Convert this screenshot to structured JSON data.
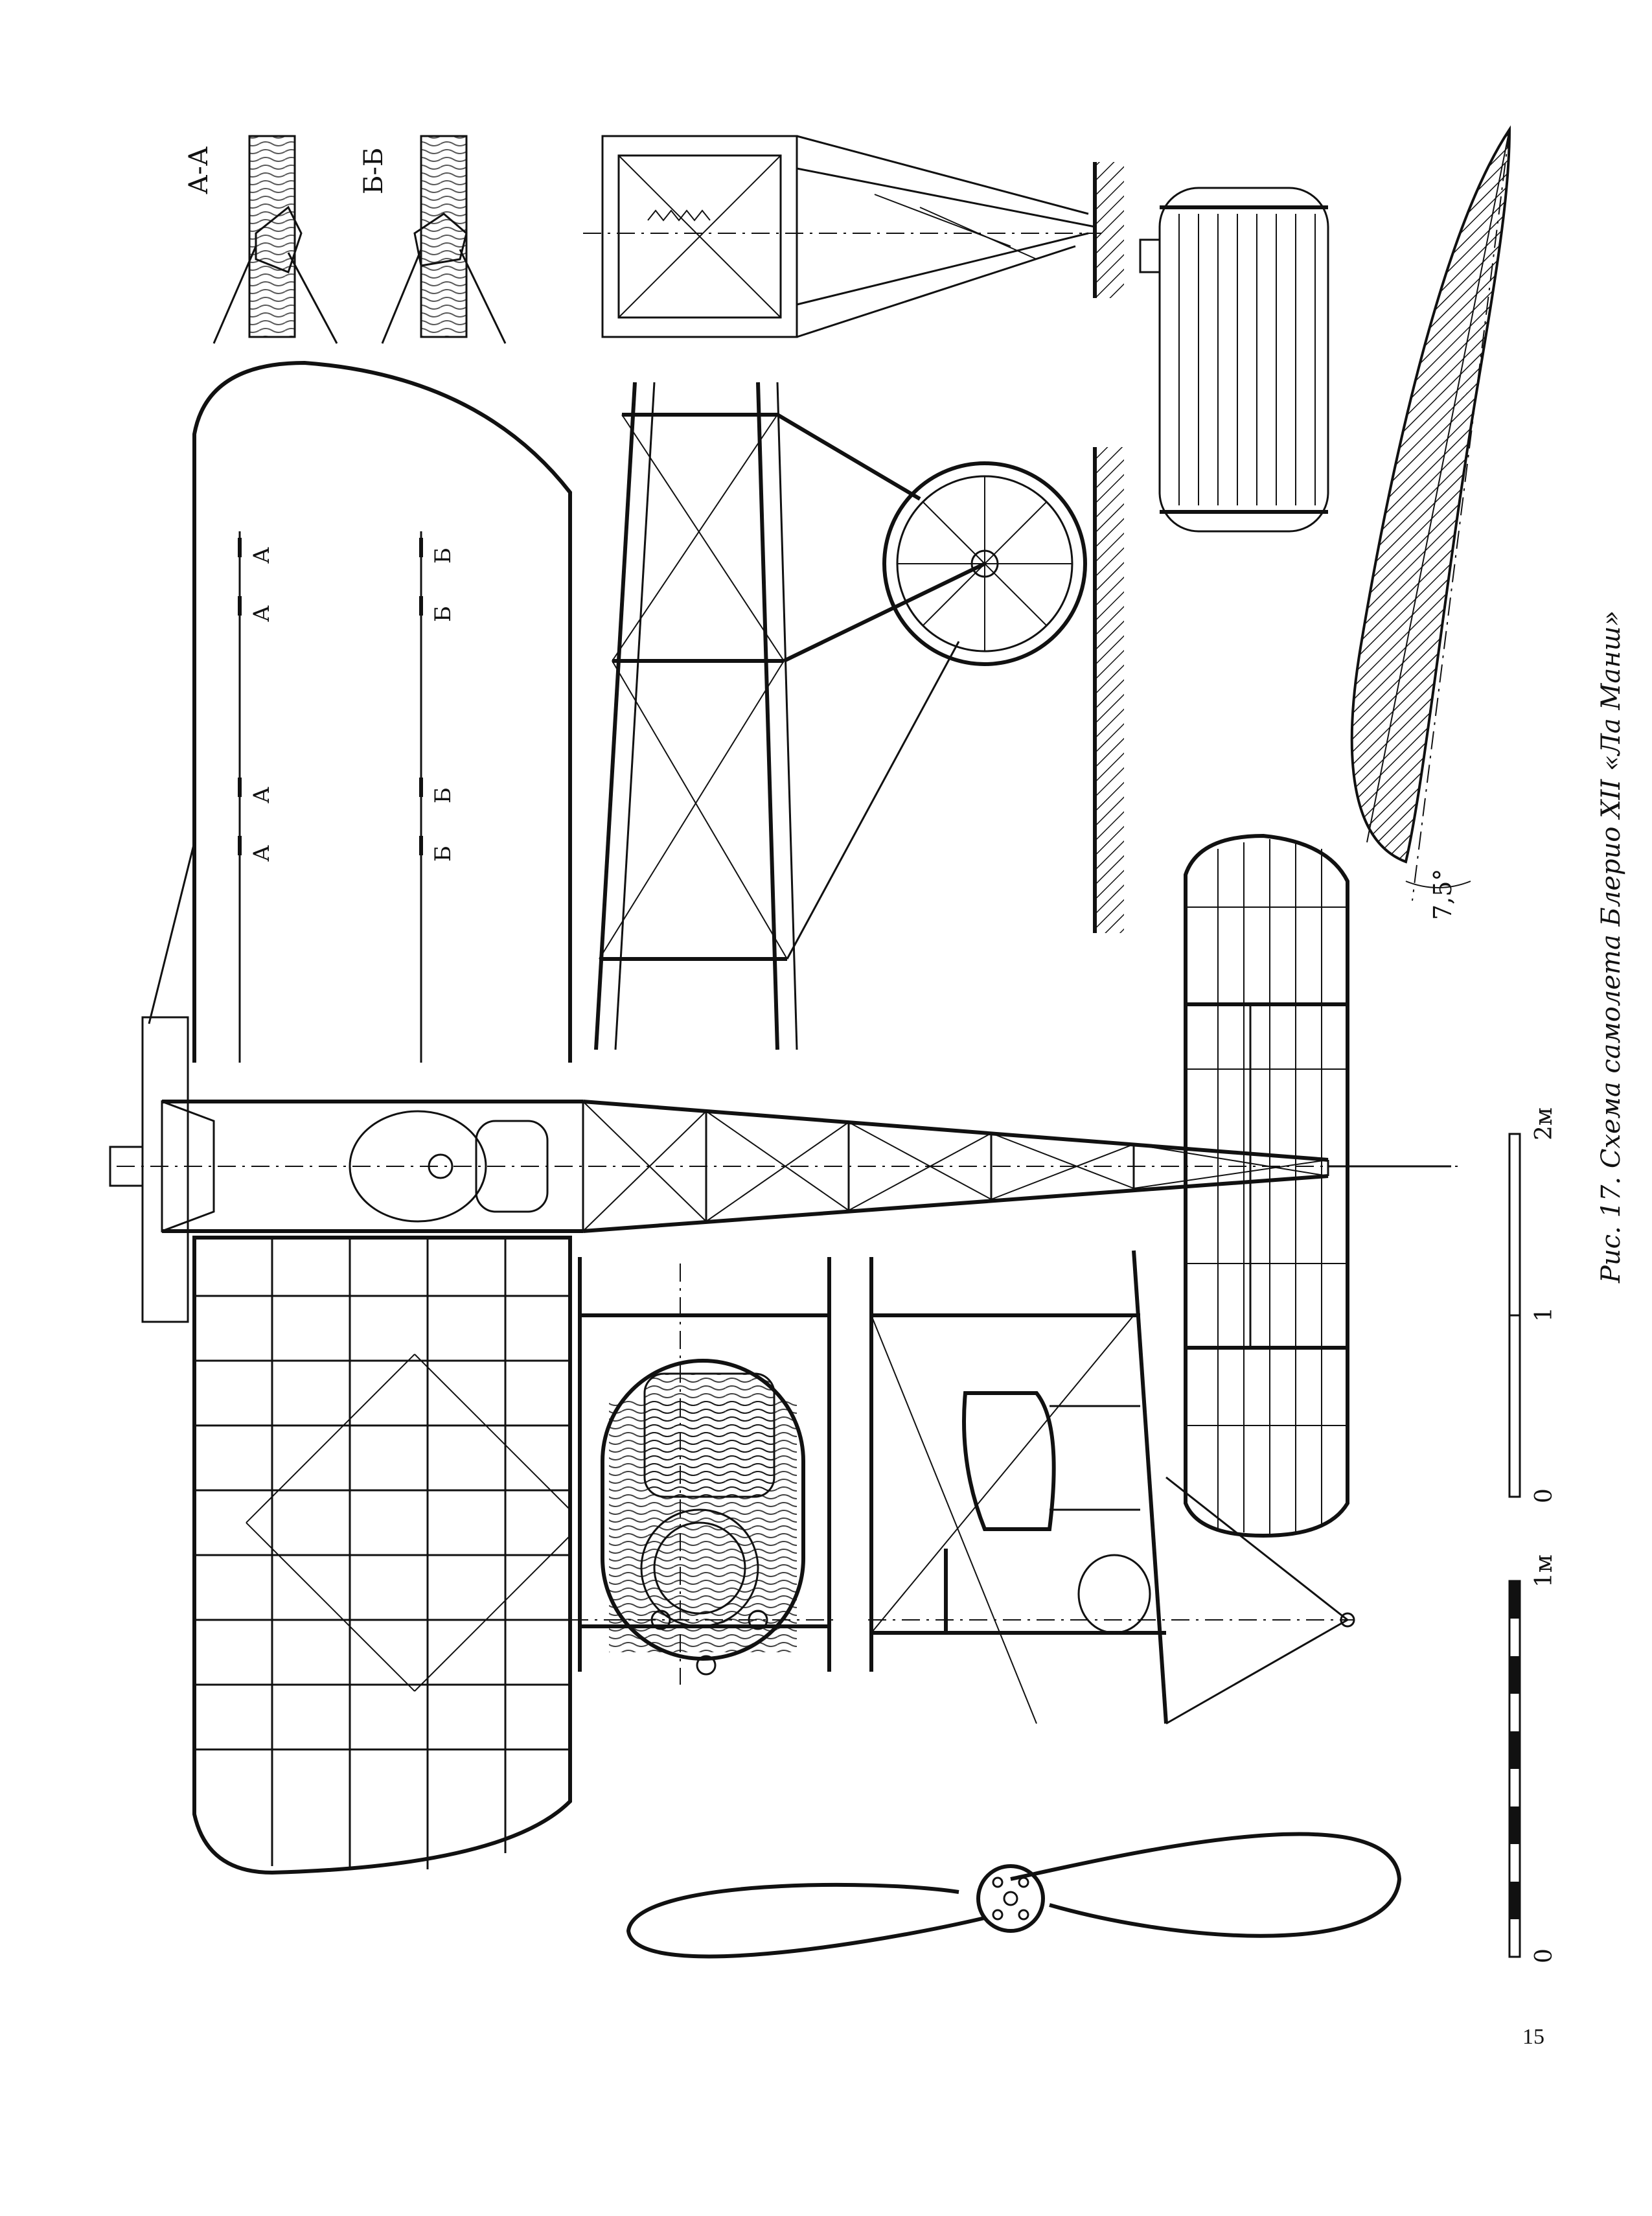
{
  "caption": "Рис. 17. Схема самолета Блерио XII «Ла Манш»",
  "section_labels": {
    "aa": "А-А",
    "bb": "Б-Б",
    "a": "А",
    "b": "Б"
  },
  "angle_label": "7,5°",
  "scale_large": {
    "labels": [
      "0",
      "1",
      "2м"
    ]
  },
  "scale_small": {
    "labels": [
      "0",
      "1м"
    ]
  },
  "page_number": "15"
}
